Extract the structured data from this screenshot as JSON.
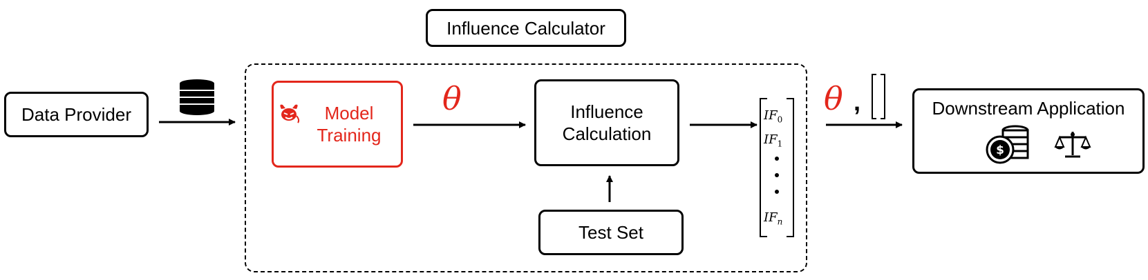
{
  "calculator": {
    "title": "Influence Calculator"
  },
  "nodes": {
    "data_provider": "Data Provider",
    "model_training": "Model Training",
    "influence_calculation": "Influence Calculation",
    "test_set": "Test Set",
    "downstream_application": "Downstream Application"
  },
  "symbols": {
    "theta": "θ",
    "comma": ",",
    "vector_entries": [
      {
        "base": "IF",
        "sub": "0"
      },
      {
        "base": "IF",
        "sub": "1"
      },
      {
        "base": "IF",
        "sub": "n"
      }
    ]
  },
  "colors": {
    "adversary": "#e3261b",
    "ink": "#000000"
  },
  "icons": [
    "database-icon",
    "devil-icon",
    "coins-icon",
    "balance-scale-icon"
  ]
}
